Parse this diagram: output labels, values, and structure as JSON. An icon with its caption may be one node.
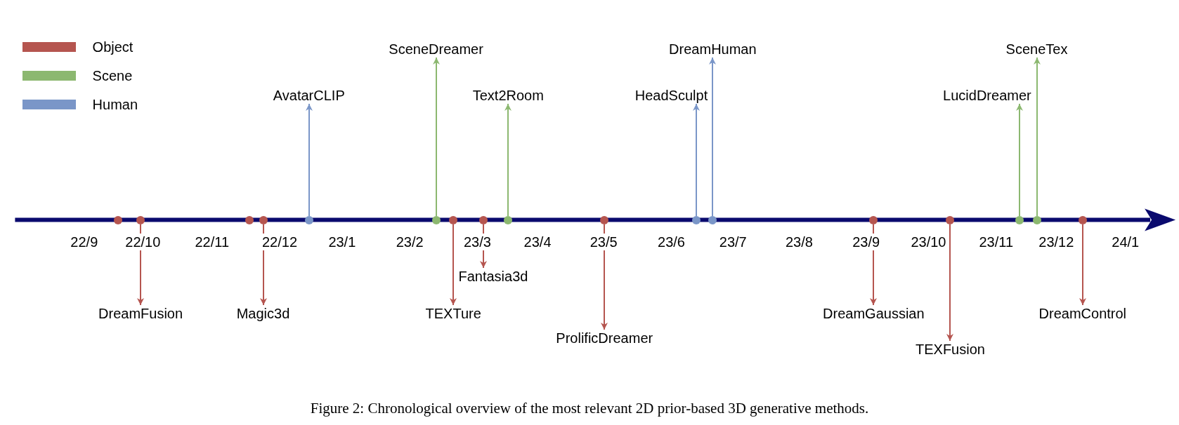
{
  "diagram": {
    "caption": "Figure 2: Chronological overview of the most relevant 2D prior-based 3D generative methods.",
    "nodes": [
      {
        "text": [],
        "shape": "circle"
      },
      {
        "text": [],
        "shape": "circle"
      },
      {
        "text": [
          "DreamFusion"
        ]
      },
      {
        "text": [],
        "shape": "circle"
      },
      {
        "text": [],
        "shape": "circle"
      },
      {
        "text": [
          "Magic3d"
        ]
      },
      {
        "text": [],
        "shape": "circle"
      },
      {
        "text": [
          "AvatarCLIP"
        ]
      },
      {
        "text": [],
        "shape": "circle"
      },
      {
        "text": [
          "SceneDreamer"
        ]
      },
      {
        "text": [],
        "shape": "circle"
      },
      {
        "text": [
          "TEXTure"
        ]
      },
      {
        "text": [],
        "shape": "circle"
      },
      {
        "text": [
          "Fantasia3d"
        ]
      },
      {
        "text": [],
        "shape": "circle"
      },
      {
        "text": [
          "Text2Room"
        ]
      },
      {
        "text": [],
        "shape": "circle"
      },
      {
        "text": [
          "ProlificDreamer"
        ]
      },
      {
        "text": [],
        "shape": "circle"
      },
      {
        "text": [
          "HeadSculpt"
        ]
      },
      {
        "text": [],
        "shape": "circle"
      },
      {
        "text": [
          "DreamHuman"
        ]
      },
      {
        "text": [],
        "shape": "circle"
      },
      {
        "text": [
          "DreamGaussian"
        ]
      },
      {
        "text": [],
        "shape": "circle"
      },
      {
        "text": [
          "TEXFusion"
        ]
      },
      {
        "text": [],
        "shape": "circle"
      },
      {
        "text": [
          "LucidDreamer"
        ]
      },
      {
        "text": [],
        "shape": "circle"
      },
      {
        "text": [
          "SceneTex"
        ]
      },
      {
        "text": [],
        "shape": "circle"
      },
      {
        "text": [
          "DreamControl"
        ]
      }
    ],
    "edges": [
      {
        "from": 1,
        "to": 2,
        "arrow": "to"
      },
      {
        "from": 4,
        "to": 5,
        "arrow": "to"
      },
      {
        "from": 6,
        "to": 7,
        "arrow": "to",
        "color": "#7a96c8"
      },
      {
        "from": 8,
        "to": 9,
        "arrow": "to",
        "color": "#8cb870"
      },
      {
        "from": 10,
        "to": 11,
        "arrow": "to"
      },
      {
        "from": 12,
        "to": 13,
        "arrow": "to"
      },
      {
        "from": 14,
        "to": 15,
        "arrow": "to",
        "color": "#8cb870"
      },
      {
        "from": 16,
        "to": 17,
        "arrow": "to"
      },
      {
        "from": 18,
        "to": 19,
        "arrow": "to",
        "color": "#7a96c8"
      },
      {
        "from": 20,
        "to": 21,
        "arrow": "to",
        "color": "#7a96c8"
      },
      {
        "from": 22,
        "to": 23,
        "arrow": "to"
      },
      {
        "from": 24,
        "to": 25,
        "arrow": "to"
      },
      {
        "from": 26,
        "to": 27,
        "arrow": "to",
        "color": "#8cb870"
      },
      {
        "from": 28,
        "to": 29,
        "arrow": "to",
        "color": "#8cb870"
      },
      {
        "from": 30,
        "to": 31,
        "arrow": "to"
      }
    ],
    "labels": [
      "22/9",
      "22/10",
      "22/11",
      "22/12",
      "23/1",
      "23/2",
      "23/3",
      "23/4",
      "23/5",
      "23/6",
      "23/7",
      "23/8",
      "23/9",
      "23/10",
      "23/11",
      "23/12",
      "24/1"
    ],
    "legend": [
      {
        "text": "Object",
        "color": "#b5554f"
      },
      {
        "text": "Scene",
        "color": "#8cb870"
      },
      {
        "text": "Human",
        "color": "#7a96c8"
      }
    ]
  }
}
